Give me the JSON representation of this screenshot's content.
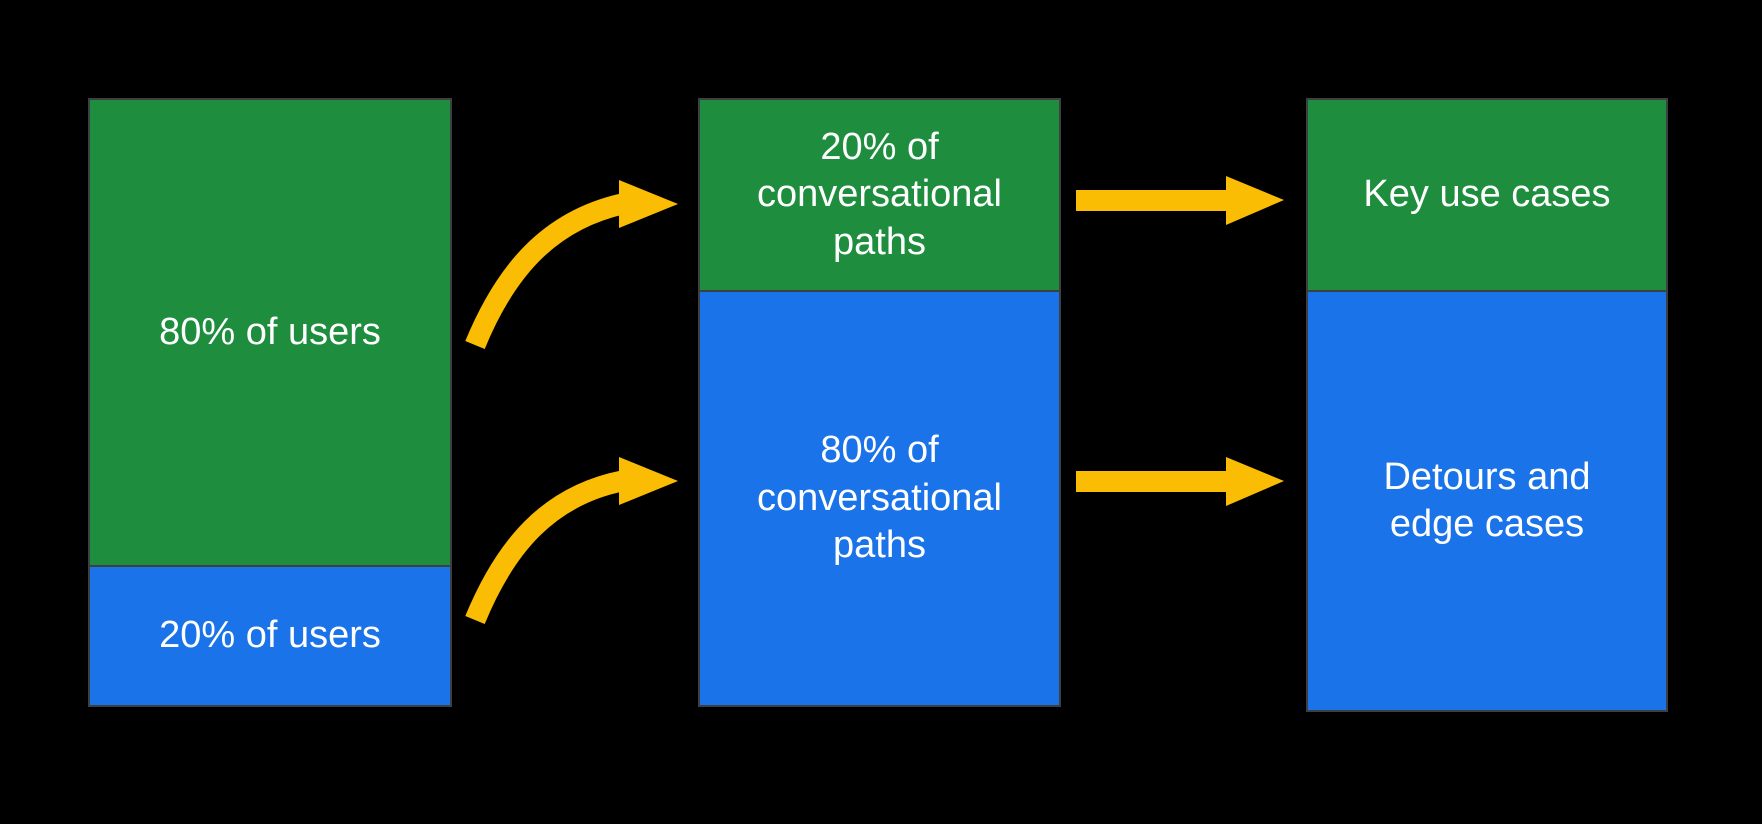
{
  "colors": {
    "background": "#000000",
    "segment_green": "#1e8e3e",
    "segment_blue": "#1a73e8",
    "arrow_yellow": "#fbbc04",
    "column_border": "#3c4043",
    "label_text": "#ffffff"
  },
  "diagram": {
    "description": "Three-column flow diagram mapping users to conversational paths to outcomes",
    "columns": [
      {
        "name": "users",
        "segments": [
          {
            "label": "80% of users",
            "color": "green",
            "percent": 80
          },
          {
            "label": "20% of users",
            "color": "blue",
            "percent": 20
          }
        ]
      },
      {
        "name": "conversational-paths",
        "segments": [
          {
            "label": "20% of conversational paths",
            "color": "green",
            "percent": 20
          },
          {
            "label": "80% of conversational paths",
            "color": "blue",
            "percent": 80
          }
        ]
      },
      {
        "name": "outcomes",
        "segments": [
          {
            "label": "Key use cases",
            "color": "green"
          },
          {
            "label": "Detours and edge cases",
            "color": "blue"
          }
        ]
      }
    ]
  }
}
